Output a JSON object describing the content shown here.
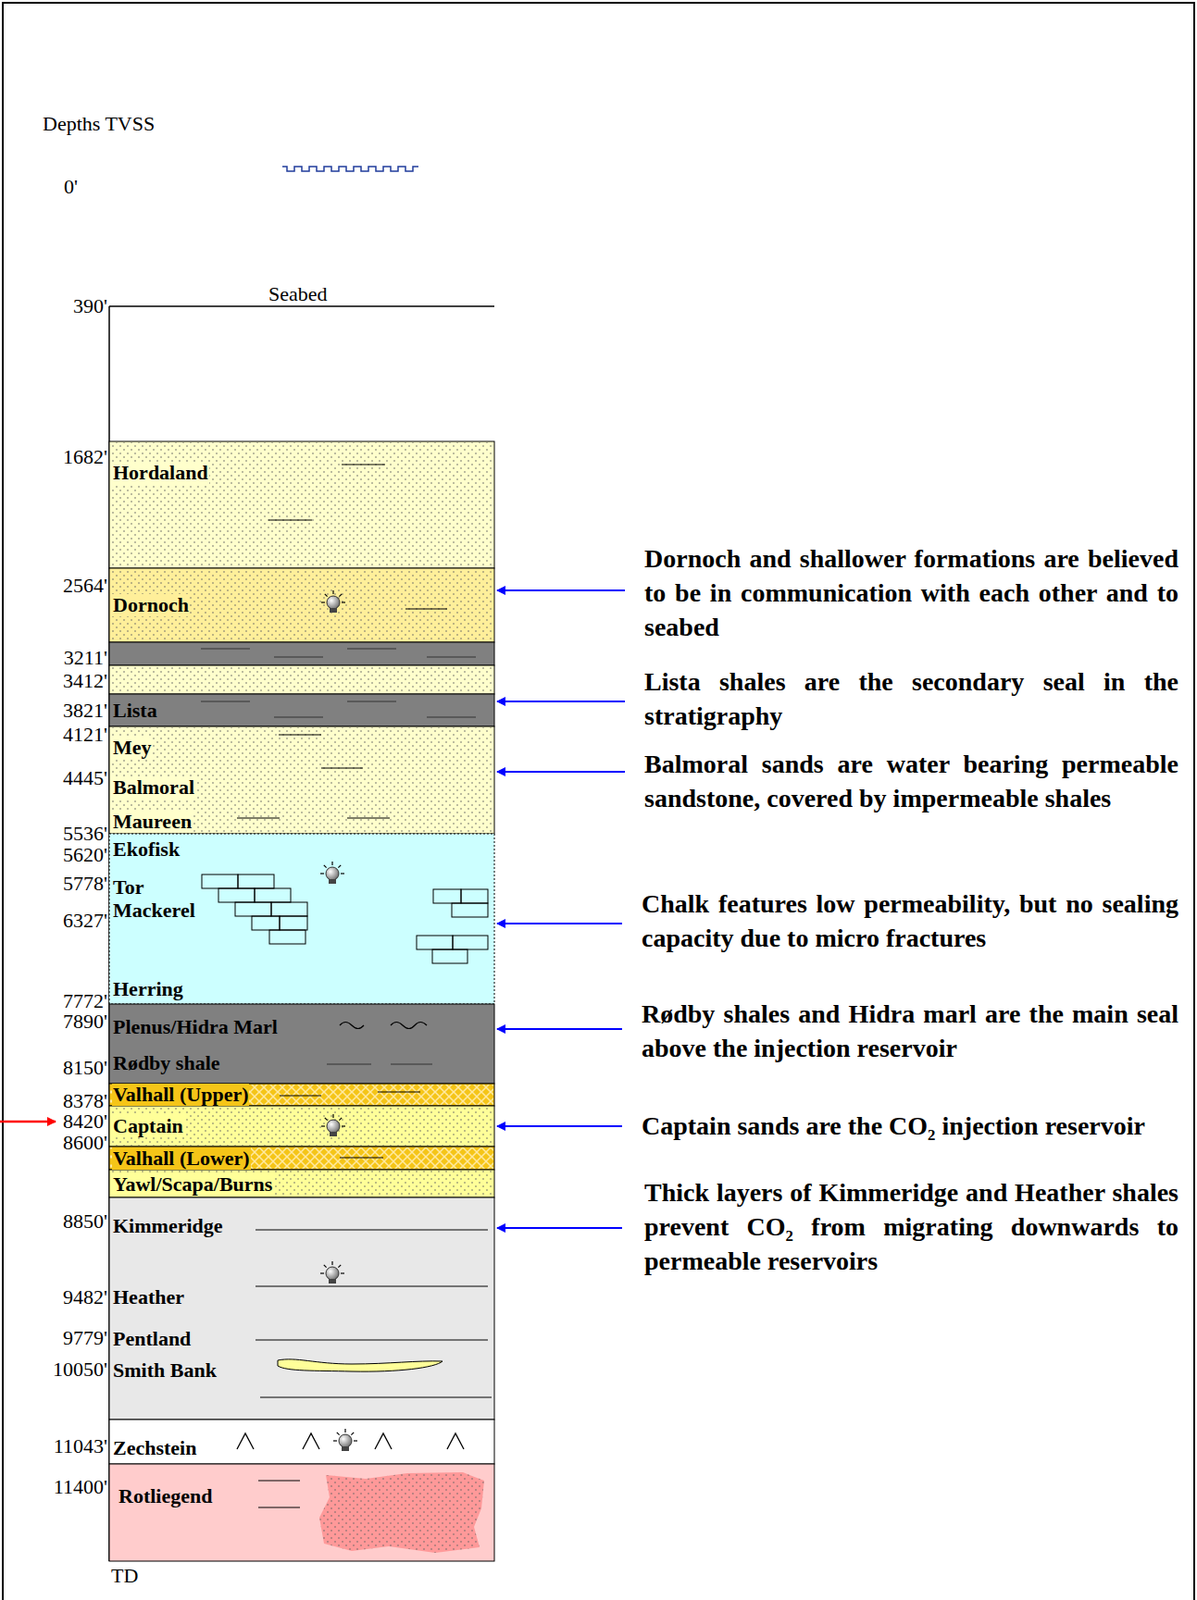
{
  "diagram": {
    "nodes": [
      {
        "text": [
          "Hordaland"
        ]
      },
      {
        "text": [
          "Dornoch"
        ]
      },
      {
        "text": [
          "Lista"
        ]
      },
      {
        "text": [
          "Mey",
          "Balmoral",
          "Maureen"
        ]
      },
      {
        "text": [
          "Ekofisk",
          "Tor",
          "Mackerel",
          "Herring"
        ]
      },
      {
        "text": [
          "Plenus/Hidra Marl",
          "Rødby shale"
        ]
      },
      {
        "text": [
          "Valhall (Upper)"
        ]
      },
      {
        "text": [
          "Captain"
        ]
      },
      {
        "text": [
          "Valhall (Lower)"
        ]
      },
      {
        "text": [
          "Yawl/Scapa/Burns"
        ]
      },
      {
        "text": [
          "Kimmeridge",
          "Heather",
          "Pentland",
          "Smith Bank"
        ]
      },
      {
        "text": [
          "Zechstein"
        ]
      },
      {
        "text": [
          "Rotliegend"
        ]
      }
    ],
    "labels": [
      "Depths TVSS",
      "0'",
      "Seabed",
      "390'",
      "1682'",
      "2564'",
      "3211'",
      "3412'",
      "3821'",
      "4121'",
      "4445'",
      "5536'",
      "5620'",
      "5778'",
      "6327'",
      "7772'",
      "7890'",
      "8150'",
      "8378'",
      "8420'",
      "8600'",
      "8850'",
      "9482'",
      "9779'",
      "10050'",
      "11043'",
      "11400'",
      "TD",
      "Dornoch and shallower formations are believed to be in communication with each other and to seabed",
      "Lista shales are the secondary seal in the stratigraphy",
      "Balmoral sands are water bearing permeable sandstone, covered by impermeable shales",
      "Chalk features low permeability, but no sealing capacity due to micro fractures",
      "Rødby shales and Hidra marl are the main seal above the injection reservoir",
      "Captain sands are the CO₂ injection reservoir",
      "Thick layers of Kimmeridge and Heather shales prevent CO₂ from migrating downwards to permeable reservoirs"
    ]
  }
}
